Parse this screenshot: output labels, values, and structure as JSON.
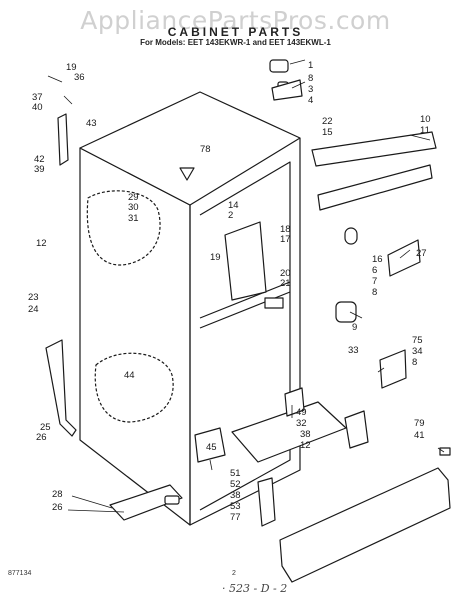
{
  "header": {
    "watermark": "AppliancePartsPros.com",
    "title": "CABINET PARTS",
    "models": "For Models: EET 143EKWR-1  and  EET 143EKWL-1"
  },
  "footer": {
    "figure_code": "877134",
    "page_number": "2",
    "handwritten_note": "· 523 - D - 2"
  },
  "callouts": [
    "19",
    "36",
    "37",
    "40",
    "43",
    "42",
    "39",
    "29",
    "30",
    "31",
    "12",
    "23",
    "24",
    "44",
    "25",
    "26",
    "28",
    "26",
    "78",
    "14",
    "2",
    "19",
    "18",
    "17",
    "20",
    "21",
    "45",
    "51",
    "52",
    "38",
    "53",
    "77",
    "1",
    "8",
    "3",
    "4",
    "22",
    "15",
    "10",
    "11",
    "16",
    "6",
    "7",
    "8",
    "27",
    "9",
    "33",
    "75",
    "34",
    "8",
    "49",
    "32",
    "38",
    "12",
    "79",
    "41"
  ]
}
